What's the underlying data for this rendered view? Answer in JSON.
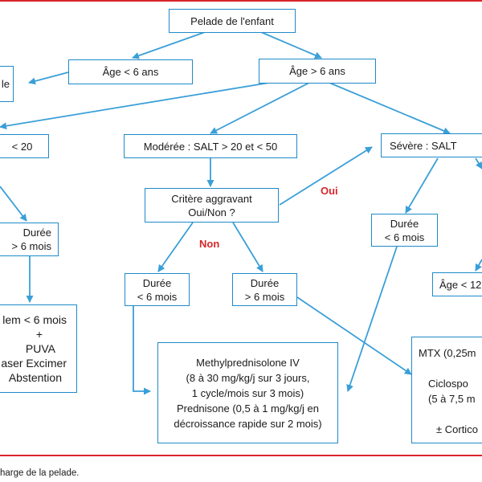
{
  "nodes": {
    "root": "Pelade de l'enfant",
    "left_partial": "le",
    "age_lt6": "Âge < 6 ans",
    "age_gt6": "Âge > 6 ans",
    "mild_partial": "< 20",
    "moderate": "Modérée : SALT > 20 et <  50",
    "severe_partial": "Sévère : SALT",
    "aggravating": [
      "Critère aggravant",
      "Oui/Non ?"
    ],
    "duration_left": [
      "Durée",
      "> 6 mois"
    ],
    "duration_lt6_mid": [
      "Durée",
      "< 6 mois"
    ],
    "duration_gt6_mid": [
      "Durée",
      "> 6 mois"
    ],
    "duration_lt6_right": [
      "Durée",
      "< 6 mois"
    ],
    "age_lt12_partial": "Âge < 12",
    "treatment_left": [
      "lem < 6 mois",
      "+",
      "PUVA",
      "aser Excimer",
      "Abstention"
    ],
    "treatment_mid": [
      "Methylprednisolone IV",
      "(8 à 30 mg/kg/j sur 3 jours,",
      "1 cycle/mois sur 3 mois)",
      "Prednisone (0,5 à 1 mg/kg/j en",
      "décroissance rapide sur 2 mois)"
    ],
    "treatment_right": [
      "MTX (0,25m",
      "",
      "Ciclospo",
      "(5 à 7,5 m",
      "",
      "± Cortico"
    ]
  },
  "labels": {
    "yes": "Oui",
    "no": "Non"
  },
  "caption": "harge de la pelade.",
  "colors": {
    "box_border": "#1f8ac9",
    "arrow": "#3a9fd8",
    "accent_red": "#d6262b",
    "text": "#1a1a1a"
  }
}
